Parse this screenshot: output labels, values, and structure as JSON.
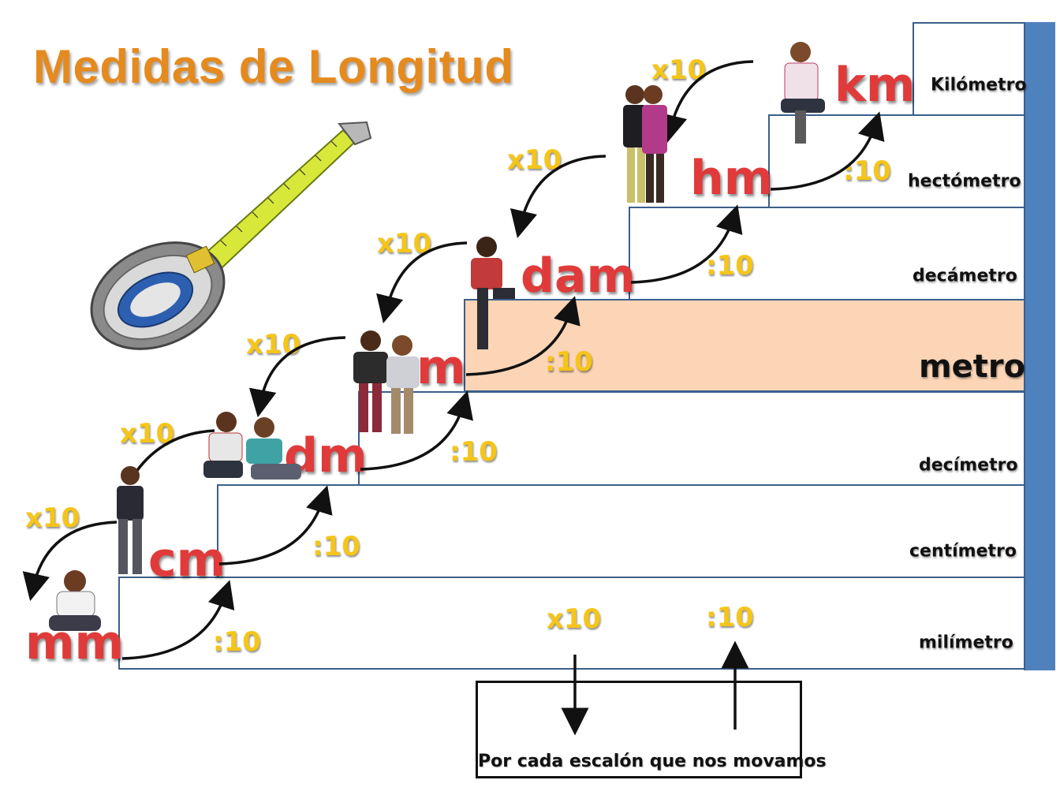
{
  "title": "Medidas de Longitud",
  "units": [
    {
      "abbr": "mm",
      "name": "milímetro"
    },
    {
      "abbr": "cm",
      "name": "centímetro"
    },
    {
      "abbr": "dm",
      "name": "decímetro"
    },
    {
      "abbr": "m",
      "name": "metro"
    },
    {
      "abbr": "dam",
      "name": "decámetro"
    },
    {
      "abbr": "hm",
      "name": "hectómetro"
    },
    {
      "abbr": "km",
      "name": "Kilómetro"
    }
  ],
  "operators": {
    "multiply": "x10",
    "divide": ":10"
  },
  "legend": {
    "multiply": "x10",
    "divide": ":10",
    "text": "Por cada escalón que nos movamos"
  },
  "colors": {
    "title": "#e58a1f",
    "abbr": "#e03a3a",
    "operator": "#f5c518",
    "wall": "#4f81bd",
    "highlight": "#fbd5b6",
    "border": "#3b5f8a"
  },
  "icons": [
    "measuring-tape-icon",
    "children-photo"
  ]
}
